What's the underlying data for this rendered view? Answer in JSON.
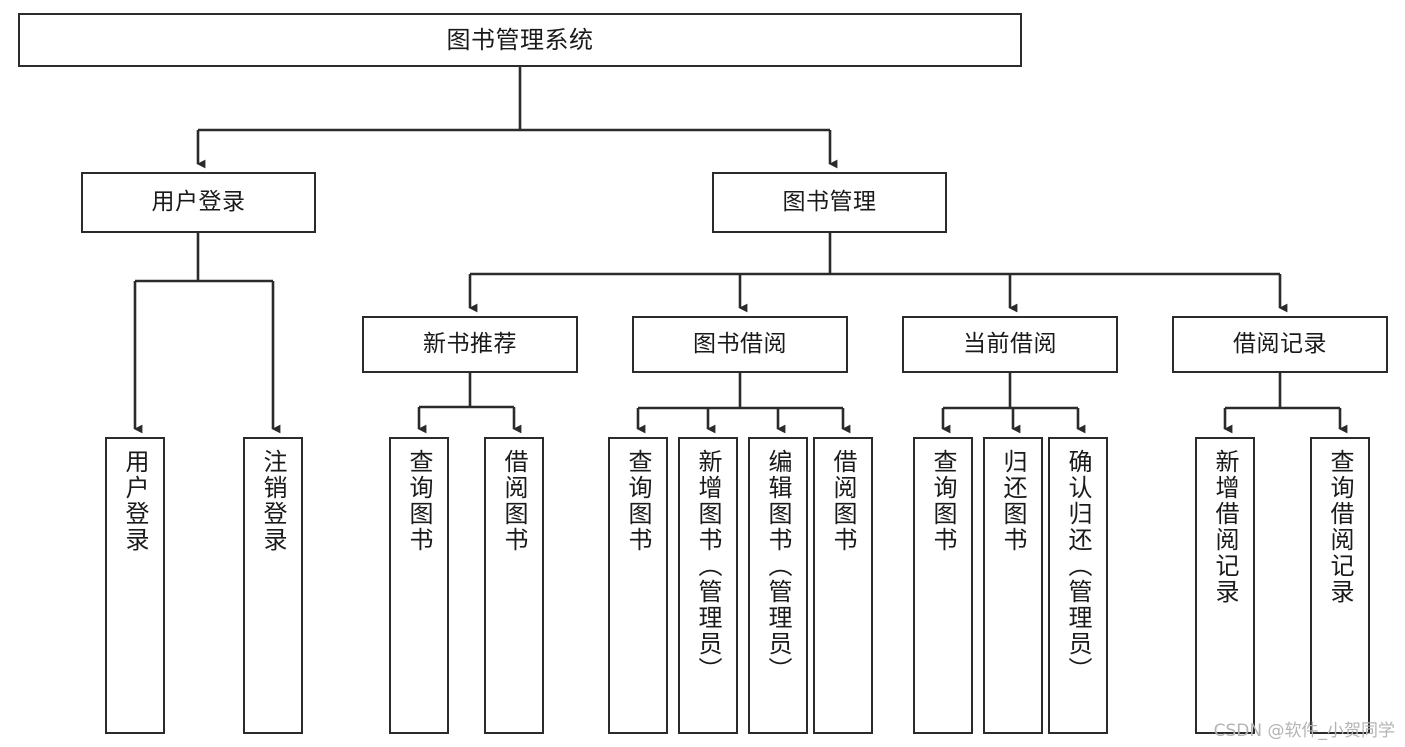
{
  "diagram": {
    "type": "tree",
    "title": "图书管理系统",
    "watermark": "CSDN @软件_小贺同学",
    "colors": {
      "background": "#ffffff",
      "border": "#2b2b2b",
      "text": "#1a1a1a",
      "connector": "#2b2b2b",
      "watermark": "#b4b4b4"
    },
    "nodes": {
      "root": {
        "label": "图书管理系统"
      },
      "level2": [
        {
          "label": "用户登录"
        },
        {
          "label": "图书管理"
        }
      ],
      "level3": [
        {
          "label": "新书推荐"
        },
        {
          "label": "图书借阅"
        },
        {
          "label": "当前借阅"
        },
        {
          "label": "借阅记录"
        }
      ],
      "leaves": {
        "user_login": [
          {
            "label": "用户登录"
          },
          {
            "label": "注销登录"
          }
        ],
        "new_book": [
          {
            "label": "查询图书"
          },
          {
            "label": "借阅图书"
          }
        ],
        "book_borrow": [
          {
            "label": "查询图书"
          },
          {
            "label": "新增图书（管理员）"
          },
          {
            "label": "编辑图书（管理员）"
          },
          {
            "label": "借阅图书"
          }
        ],
        "current_borrow": [
          {
            "label": "查询图书"
          },
          {
            "label": "归还图书"
          },
          {
            "label": "确认归还（管理员）"
          }
        ],
        "borrow_record": [
          {
            "label": "新增借阅记录"
          },
          {
            "label": "查询借阅记录"
          }
        ]
      }
    }
  }
}
